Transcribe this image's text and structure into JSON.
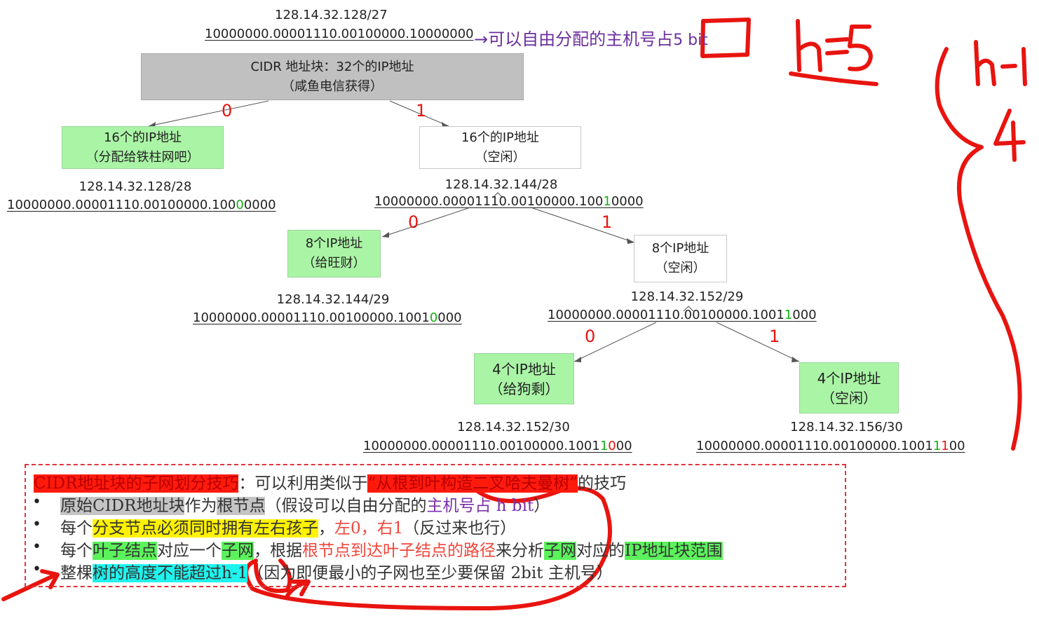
{
  "top": {
    "ip": "128.14.32.128/27",
    "bin": "10000000.00001110.00100000.10000000",
    "note_prefix": "→可以自由分配的主机号占",
    "note_bits": "5 bit"
  },
  "root": {
    "line1": "CIDR 地址块：32个的IP地址",
    "line2": "（咸鱼电信获得）"
  },
  "left16": {
    "line1": "16个的IP地址",
    "line2": "（分配给铁柱网吧）",
    "ip": "128.14.32.128/28",
    "bin_a": "10000000.00001110.00100000.100",
    "bin_b": "0",
    "bin_c": "0000"
  },
  "right16": {
    "line1": "16个的IP地址",
    "line2": "（空闲）",
    "ip": "128.14.32.144/28",
    "bin_a": "10000000.00001110.00100000.100",
    "bin_b": "1",
    "bin_c": "0000"
  },
  "left8": {
    "line1": "8个IP地址",
    "line2": "（给旺财）",
    "ip": "128.14.32.144/29",
    "bin_a": "10000000.00001110.00100000.1001",
    "bin_b": "0",
    "bin_c": "000"
  },
  "right8": {
    "line1": "8个IP地址",
    "line2": "（空闲）",
    "ip": "128.14.32.152/29",
    "bin_a": "10000000.00001110.00100000.1001",
    "bin_b": "1",
    "bin_c": "000"
  },
  "left4": {
    "line1": "4个IP地址",
    "line2": "（给狗剩）",
    "ip": "128.14.32.152/30",
    "bin_a": "10000000.00001110.00100000.1001",
    "bin_b": "1",
    "bin_c": "0",
    "bin_d": "00"
  },
  "right4": {
    "line1": "4个IP地址",
    "line2": "（空闲）",
    "ip": "128.14.32.156/30",
    "bin_a": "10000000.00001110.00100000.1001",
    "bin_b": "1",
    "bin_c": "1",
    "bin_d": "00"
  },
  "edges": {
    "zero": "0",
    "one": "1"
  },
  "notes": {
    "l1_a": "CIDR地址块的子网划分技巧",
    "l1_b": "：可以利用类似于",
    "l1_c": "“从根到叶构造二叉哈夫曼树”",
    "l1_d": "的技巧",
    "l2_a": "原始CIDR地址块",
    "l2_b": "作为",
    "l2_c": "根节点",
    "l2_d": "（假设可以自由分配的",
    "l2_e": "主机号占 h bit",
    "l2_f": "）",
    "l3_a": "每个",
    "l3_b": "分支节点必须同时拥有左右孩子",
    "l3_c": "，",
    "l3_d": "左0，右1",
    "l3_e": "（反过来也行）",
    "l4_a": "每个",
    "l4_b": "叶子结点",
    "l4_c": "对应一个",
    "l4_d": "子网",
    "l4_e": "，根据",
    "l4_f": "根节点到达叶子结点的路径",
    "l4_g": "来分析",
    "l4_h": "子网",
    "l4_i": "对应的",
    "l4_j": "IP地址块范围",
    "l5_a": "整棵",
    "l5_b": "树的高度不能超过",
    "l5_c": "h-1",
    "l5_d": "（因为即便最小的子网也至少要保留 2bit 主机号）",
    "bullet": "•"
  },
  "handwriting": {
    "h5": "h=5",
    "h1": "h-1",
    "four": "4"
  },
  "colors": {
    "red_ink": "#e8140f",
    "green_node": "#aaf4a6",
    "gray_node": "#c0c0c0",
    "purple": "#6b2f9e"
  }
}
